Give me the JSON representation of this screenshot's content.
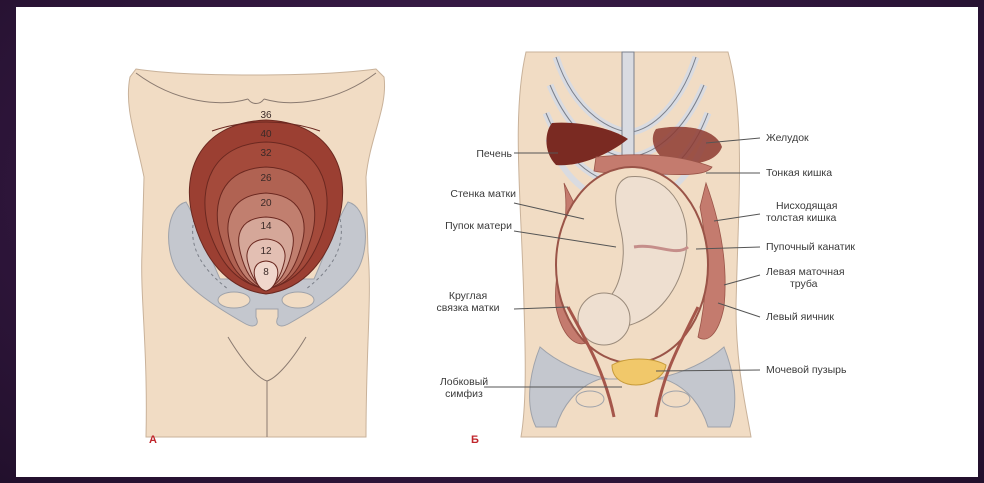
{
  "panel_a": {
    "letter": "А",
    "week_labels": [
      "36",
      "40",
      "32",
      "26",
      "20",
      "14",
      "12",
      "8"
    ]
  },
  "panel_b": {
    "letter": "Б",
    "labels": {
      "liver": "Печень",
      "uterus_wall": "Стенка матки",
      "maternal_navel": "Пупок матери",
      "round_ligament_1": "Круглая",
      "round_ligament_2": "связка матки",
      "pubic_symphysis_1": "Лобковый",
      "pubic_symphysis_2": "симфиз",
      "stomach": "Желудок",
      "small_intestine": "Тонкая кишка",
      "descending_colon_1": "Нисходящая",
      "descending_colon_2": "толстая кишка",
      "umbilical_cord": "Пупочный канатик",
      "left_fallopian_tube_1": "Левая маточная",
      "left_fallopian_tube_2": "труба",
      "left_ovary": "Левый яичник",
      "bladder": "Мочевой пузырь"
    }
  },
  "colors": {
    "background": "#32173f",
    "skin": "#f1dcc4",
    "skin_outline": "#c9b29a",
    "pelvis_bone": "#c4c7ce",
    "uterus_outer": "#9b3f32",
    "uterus_inner": "#c98f7f",
    "uterus_core": "#eed2c8",
    "ribs": "#d9dbe1",
    "rib_shadow": "#7a7f8a",
    "liver": "#7a2a22",
    "intestine": "#c47b6e",
    "bladder": "#f1c86a",
    "panel_letter": "#c0262c"
  }
}
